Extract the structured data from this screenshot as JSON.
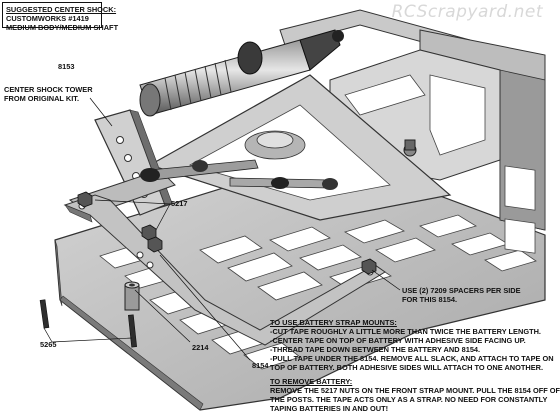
{
  "watermark": "RCScrapyard.net",
  "shock_box": {
    "line1": "SUGGESTED CENTER SHOCK:",
    "line2": "CUSTOMWORKS #1419",
    "line3": "MEDIUM BODY/MEDIUM SHAFT"
  },
  "callouts": {
    "part_8153": "8153",
    "tower_line1": "CENTER SHOCK TOWER",
    "tower_line2": "FROM ORIGINAL KIT.",
    "part_5217": "5217",
    "spacer_line1": "USE (2) 7209 SPACERS PER SIDE",
    "spacer_line2": "FOR THIS 8154.",
    "part_5265": "5265",
    "part_2214": "2214",
    "part_8154": "8154"
  },
  "mount_notes": {
    "heading": "TO USE BATTERY STRAP MOUNTS:",
    "lines": [
      "-CUT TAPE ROUGHLY A LITTLE MORE THAN TWICE THE BATTERY LENGTH.",
      "-CENTER TAPE ON TOP OF BATTERY WITH ADHESIVE SIDE FACING UP.",
      "-THREAD TAPE DOWN BETWEEN THE BATTERY AND 8154.",
      "-PULL TAPE UNDER THE 8154. REMOVE ALL SLACK, AND ATTACH TO TAPE ON",
      "TOP OF BATTERY. BOTH ADHESIVE SIDES WILL ATTACH TO ONE ANOTHER."
    ]
  },
  "remove_notes": {
    "heading": "TO REMOVE BATTERY:",
    "lines": [
      "REMOVE THE 5217 NUTS ON THE FRONT STRAP MOUNT. PULL THE 8154 OFF OF",
      "THE POSTS. THE TAPE ACTS ONLY AS A  STRAP. NO NEED FOR CONSTANTLY",
      "TAPING BATTERIES IN AND OUT!"
    ]
  }
}
